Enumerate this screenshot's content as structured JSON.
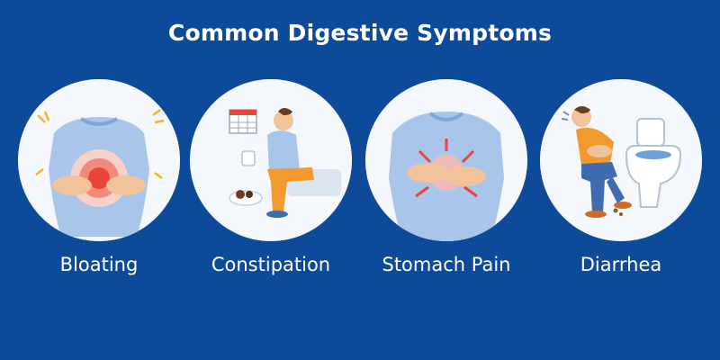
{
  "title": "Common Digestive Symptoms",
  "symptoms": [
    {
      "label": "Bloating",
      "icon": "bloating-illustration-icon"
    },
    {
      "label": "Constipation",
      "icon": "constipation-illustration-icon"
    },
    {
      "label": "Stomach Pain",
      "icon": "stomach-pain-illustration-icon"
    },
    {
      "label": "Diarrhea",
      "icon": "diarrhea-illustration-icon"
    }
  ],
  "colors": {
    "background": "#0e4a9a",
    "circle": "#ffffff",
    "shirt": "#a9c6ea",
    "pain": "#e8463a",
    "skin": "#f2c29a",
    "orange_shirt": "#f29a2e",
    "jeans": "#3e6cae"
  }
}
